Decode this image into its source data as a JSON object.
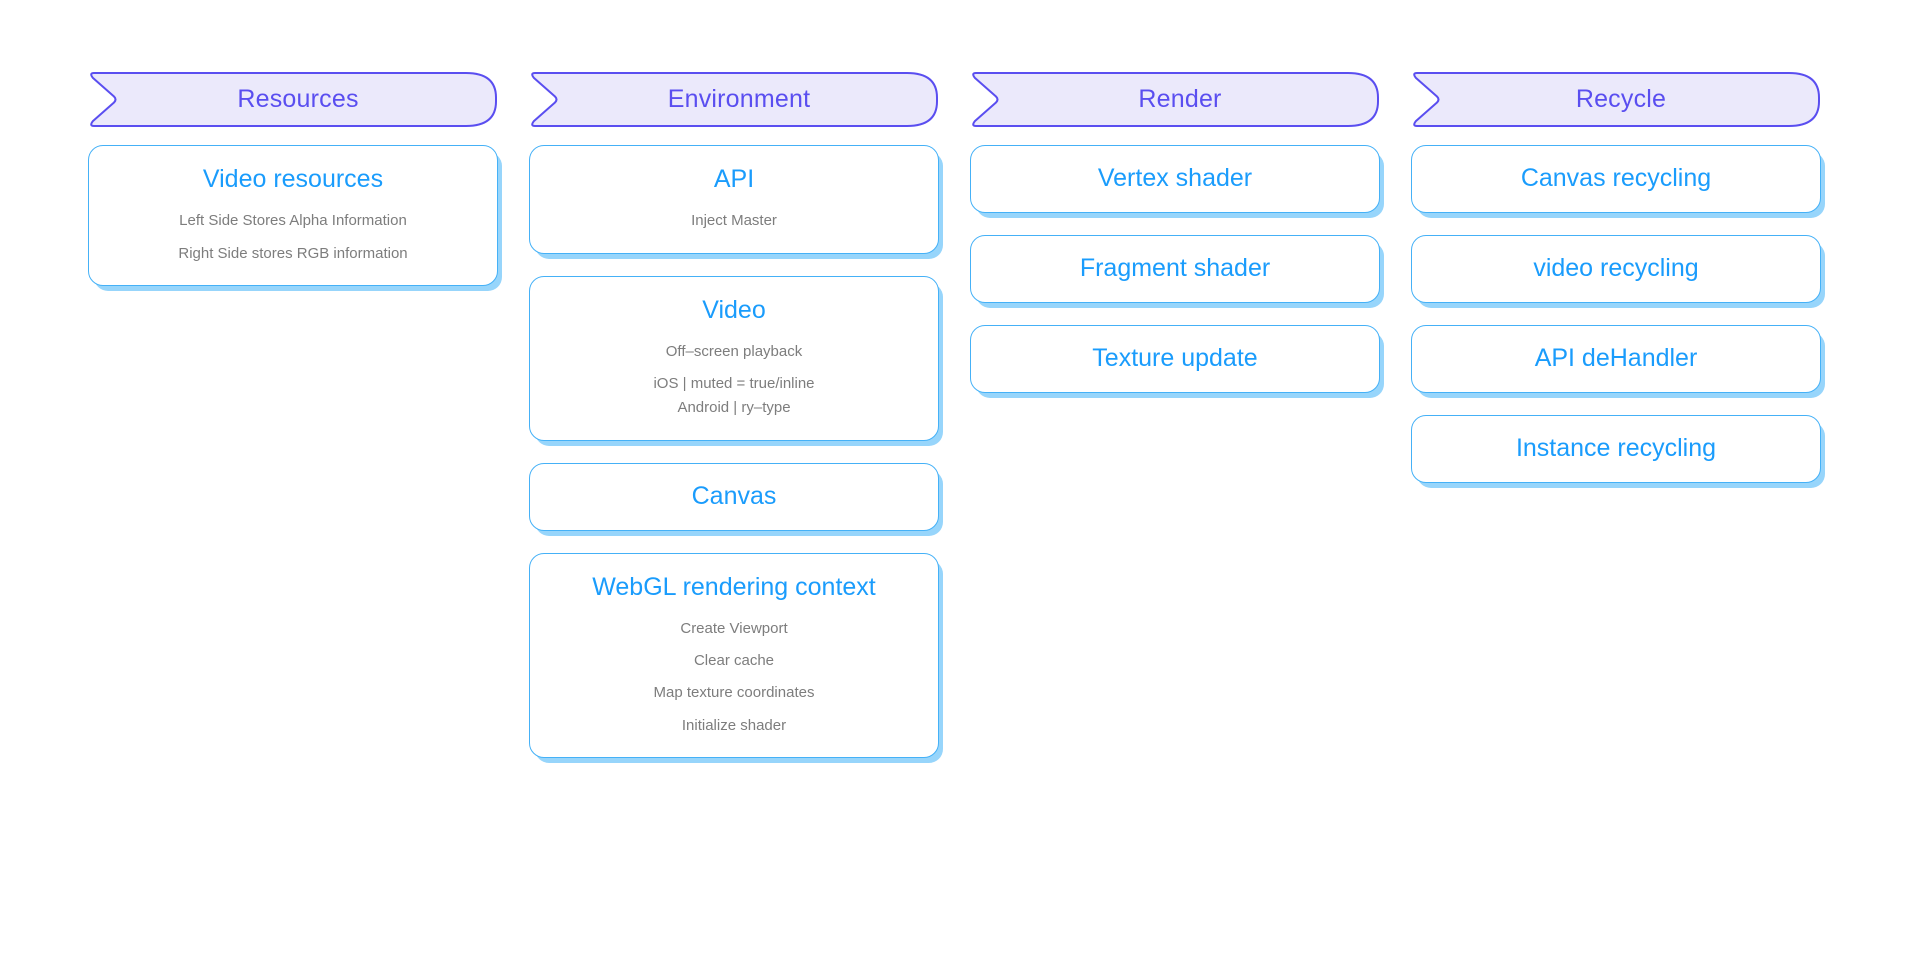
{
  "theme": {
    "page_background": "#ffffff",
    "header_fill": "#ebe9fb",
    "header_border": "#5a4ef0",
    "header_text": "#5a4ef0",
    "card_border": "#45b1f7",
    "card_shadow": "#42b3f7",
    "card_title_text": "#1a9cfc",
    "card_detail_text": "#7d7d7d"
  },
  "columns": [
    {
      "id": "resources",
      "header": "Resources",
      "cards": [
        {
          "title": "Video resources",
          "lines": [
            "Left Side Stores Alpha Information",
            "Right Side stores RGB information"
          ],
          "line_groups": [
            [
              "Left Side Stores Alpha Information"
            ],
            [
              "Right Side stores RGB information"
            ]
          ]
        }
      ]
    },
    {
      "id": "environment",
      "header": "Environment",
      "cards": [
        {
          "title": "API",
          "lines": [
            "Inject Master"
          ],
          "line_groups": [
            [
              "Inject Master"
            ]
          ]
        },
        {
          "title": "Video",
          "lines": [
            "Off–screen playback",
            "iOS | muted = true/inline",
            "Android | ry–type"
          ],
          "line_groups": [
            [
              "Off–screen playback"
            ],
            [
              "iOS | muted = true/inline",
              "Android | ry–type"
            ]
          ]
        },
        {
          "title": "Canvas",
          "lines": [],
          "line_groups": []
        },
        {
          "title": "WebGL rendering context",
          "lines": [
            "Create Viewport",
            "Clear cache",
            "Map texture coordinates",
            "Initialize shader"
          ],
          "line_groups": [
            [
              "Create Viewport"
            ],
            [
              "Clear cache"
            ],
            [
              "Map texture coordinates"
            ],
            [
              "Initialize shader"
            ]
          ]
        }
      ]
    },
    {
      "id": "render",
      "header": "Render",
      "cards": [
        {
          "title": "Vertex shader",
          "lines": [],
          "line_groups": []
        },
        {
          "title": "Fragment shader",
          "lines": [],
          "line_groups": []
        },
        {
          "title": "Texture update",
          "lines": [],
          "line_groups": []
        }
      ]
    },
    {
      "id": "recycle",
      "header": "Recycle",
      "cards": [
        {
          "title": "Canvas recycling",
          "lines": [],
          "line_groups": []
        },
        {
          "title": "video recycling",
          "lines": [],
          "line_groups": []
        },
        {
          "title": "API deHandler",
          "lines": [],
          "line_groups": []
        },
        {
          "title": "Instance recycling",
          "lines": [],
          "line_groups": []
        }
      ]
    }
  ]
}
